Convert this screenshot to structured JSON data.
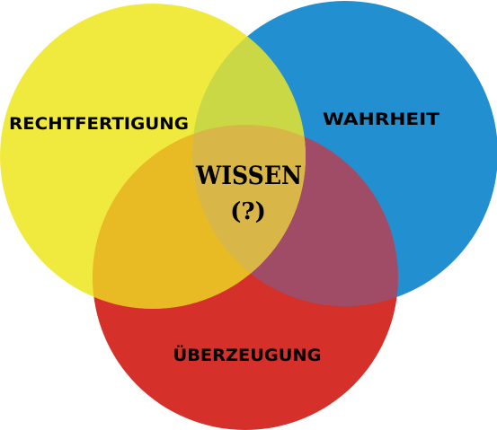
{
  "diagram": {
    "circles": [
      {
        "name": "circle-rechtfertigung",
        "label": "RECHTFERTIGUNG",
        "color": "#eee514"
      },
      {
        "name": "circle-wahrheit",
        "label": "WAHRHEIT",
        "color": "#2290d0"
      },
      {
        "name": "circle-ueberzeugung",
        "label": "ÜBERZEUGUNG",
        "color": "#d5302a"
      }
    ],
    "center": {
      "title": "WISSEN",
      "subtitle": "(?)"
    }
  }
}
